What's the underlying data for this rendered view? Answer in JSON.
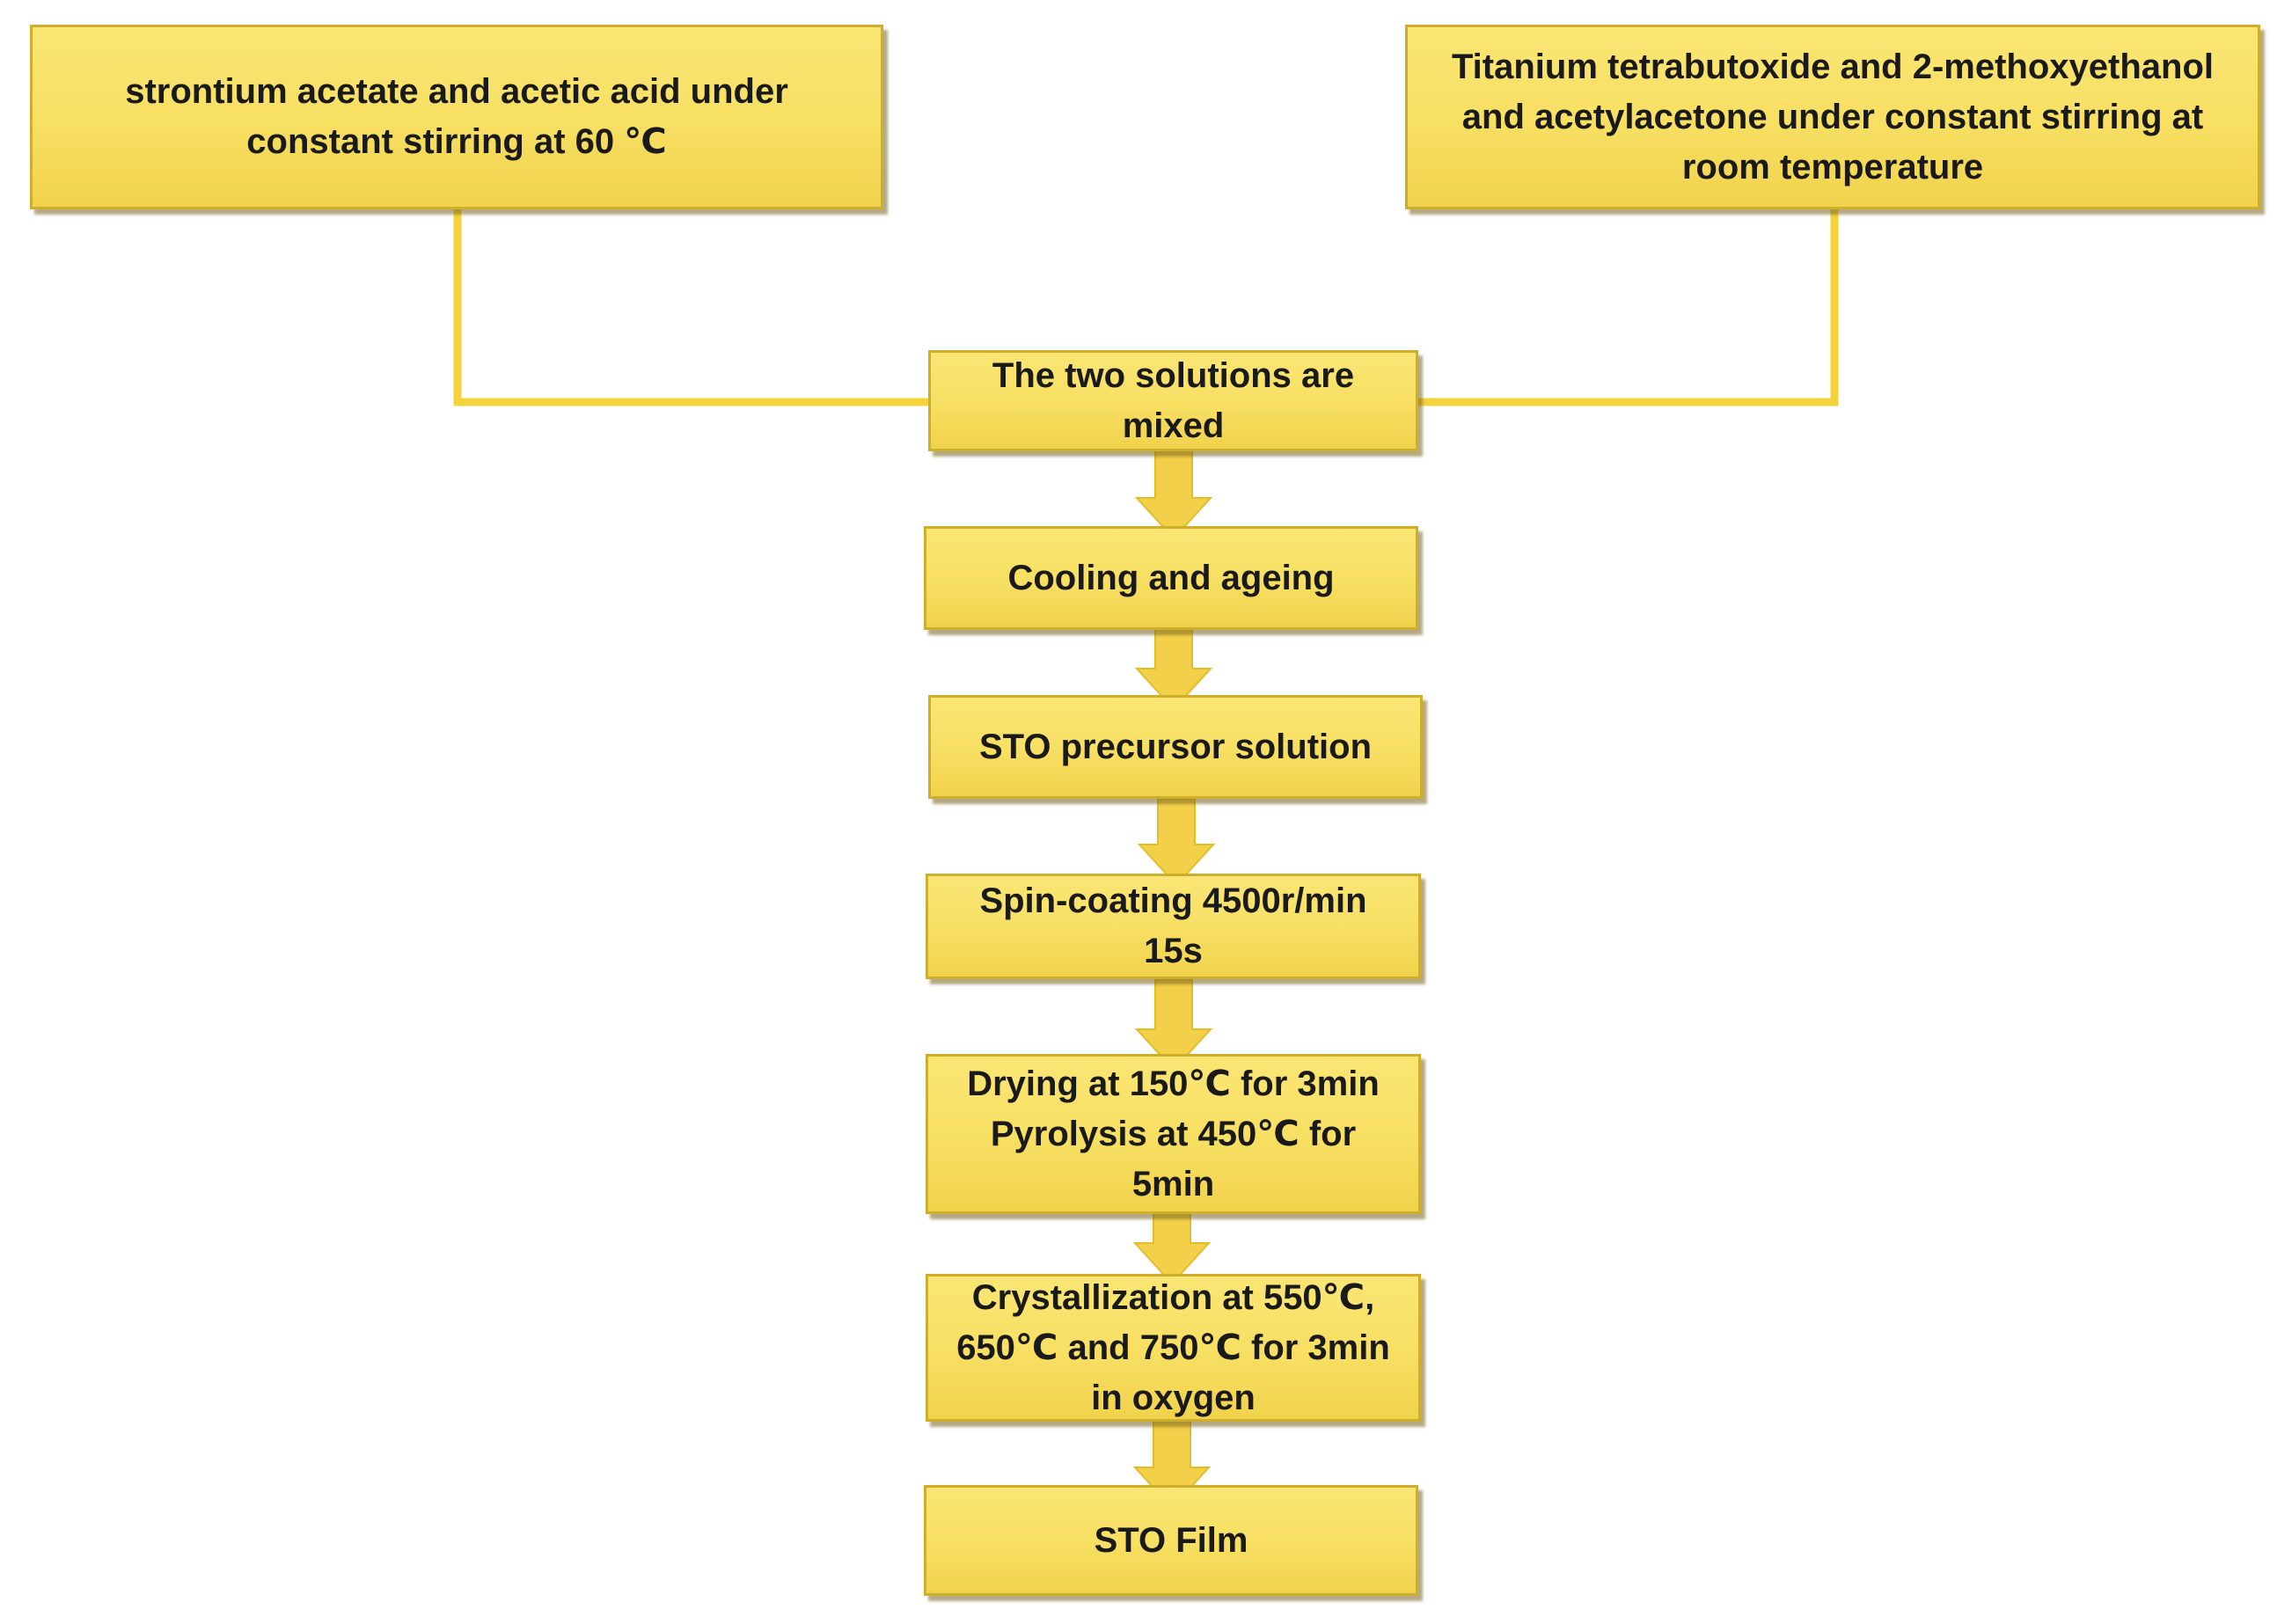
{
  "colors": {
    "box_fill": "#f7df62",
    "box_border": "#cfae2c",
    "connector": "#f4d33a",
    "arrow": "#f3d04a"
  },
  "nodes": {
    "source_left": "strontium acetate and acetic acid under\nconstant stirring at 60 ℃",
    "source_right": "Titanium tetrabutoxide and 2-methoxyethanol\nand acetylacetone under constant stirring at\nroom temperature",
    "mixed": "The two solutions are\nmixed",
    "cooling": "Cooling and ageing",
    "precursor": "STO precursor solution",
    "spin_coating": "Spin-coating 4500r/min\n15s",
    "drying": "Drying at 150℃ for 3min\nPyrolysis at 450℃ for\n5min",
    "crystallization": "Crystallization at 550℃,\n650℃ and 750℃ for 3min\nin oxygen",
    "film": "STO Film"
  }
}
